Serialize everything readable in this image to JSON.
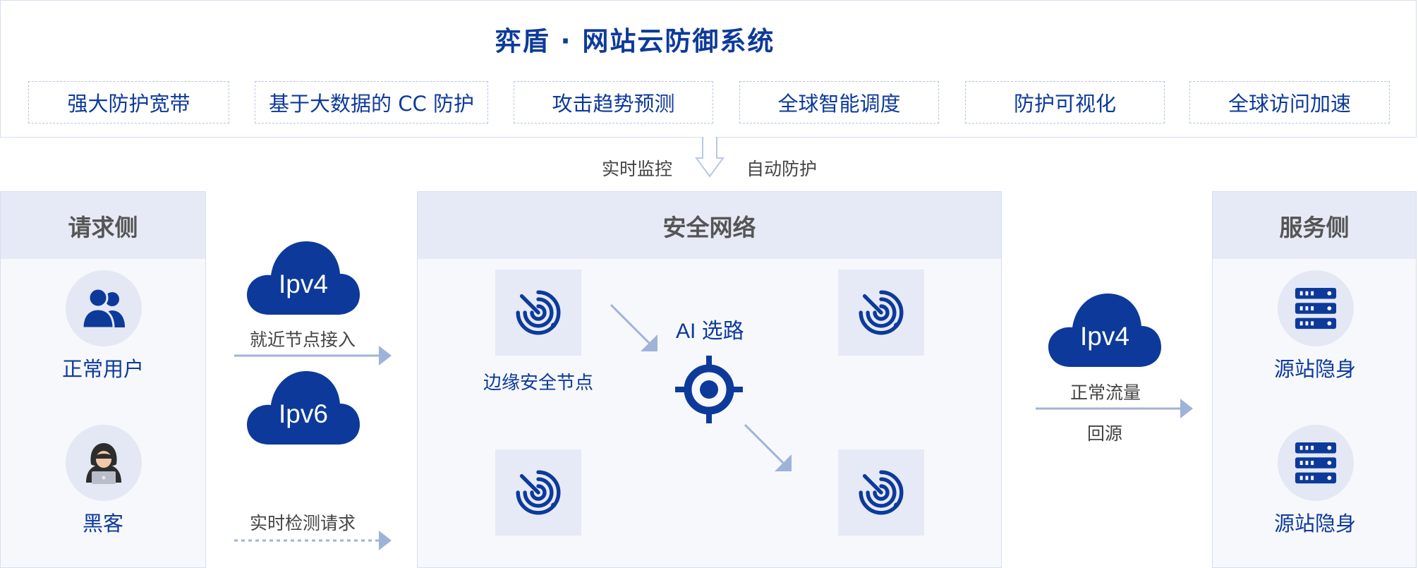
{
  "header": {
    "title": "弈盾 · 网站云防御系统",
    "features": [
      "强大防护宽带",
      "基于大数据的 CC 防护",
      "攻击趋势预测",
      "全球智能调度",
      "防护可视化",
      "全球访问加速"
    ]
  },
  "flow": {
    "left_label": "实时监控",
    "right_label": "自动防护"
  },
  "request_side": {
    "title": "请求侧",
    "items": [
      "正常用户",
      "黑客"
    ]
  },
  "access": {
    "cloud_ipv4": "Ipv4",
    "cloud_ipv6": "Ipv6",
    "nearest_label": "就近节点接入",
    "detect_label": "实时检测请求"
  },
  "security_network": {
    "title": "安全网络",
    "edge_label": "边缘安全节点",
    "ai_label": "AI 选路"
  },
  "return": {
    "cloud_ipv4": "Ipv4",
    "normal_label": "正常流量",
    "origin_label": "回源"
  },
  "server_side": {
    "title": "服务侧",
    "items": [
      "源站隐身",
      "源站隐身"
    ]
  },
  "colors": {
    "primary": "#0d3a9a",
    "arrow": "#9fb3d9",
    "panel_bg": "#f7f8fc",
    "panel_head": "#e6eaf6"
  }
}
